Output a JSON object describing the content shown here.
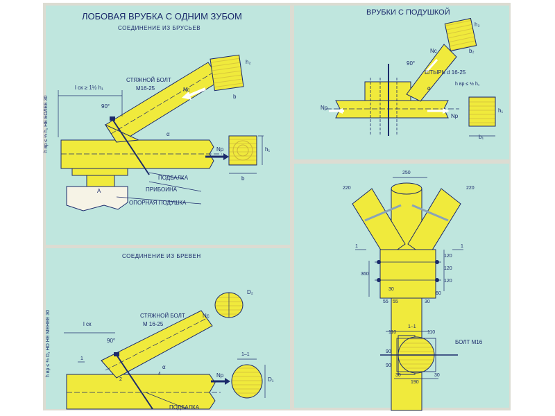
{
  "titles": {
    "left_main": "ЛОБОВАЯ ВРУБКА С ОДНИМ ЗУБОМ",
    "left_sub": "СОЕДИНЕНИЕ ИЗ БРУСЬЕВ",
    "right_main": "ВРУБКИ С ПОДУШКОЙ",
    "logs_sub": "СОЕДИНЕНИЕ ИЗ БРЕВЕН"
  },
  "labels": {
    "tie_bolt": "СТЯЖНОЙ БОЛТ",
    "bolt_size": "М16-25",
    "bolt_size_logs": "М 16-25",
    "podbalka": "ПОДБАЛКА",
    "priboina": "ПРИБОИНА",
    "support": "ОПОРНАЯ ПОДУШКА",
    "pin": "ШТЫРЬ d 16-25",
    "bolt_m16": "БОЛТ М16"
  },
  "symbols": {
    "lck": "l ск ≥ 1½ h₁",
    "lck_logs": "l ск",
    "angle90": "90°",
    "alpha": "α",
    "nc": "Nc",
    "np": "Np",
    "h1": "h₁",
    "h2": "h₂",
    "b": "b",
    "b1": "b₁",
    "b2": "b₂",
    "D1": "D₁",
    "D2": "D₂",
    "hvr_pad": "h вр ≤ ½ h₁",
    "left_vertical": "h вр ≤ ⅓ h₁ НЕ БОЛЕЕ 30",
    "logs_vertical": "h вр ≤ ⅓ D₁ НО НЕ МЕНЕЕ 30",
    "section": "1–1",
    "section_mark": "1",
    "A": "A",
    "n2": "2",
    "n4": "4"
  },
  "dims": {
    "d250": "250",
    "d220": "220",
    "d120": "120",
    "d360": "360",
    "d30": "30",
    "d55": "55",
    "d60": "60",
    "d110": "110",
    "d90": "90",
    "d190": "190"
  },
  "colors": {
    "panel": "#bfe6de",
    "wood": "#f0ea3c",
    "ink": "#1b2a6b"
  }
}
